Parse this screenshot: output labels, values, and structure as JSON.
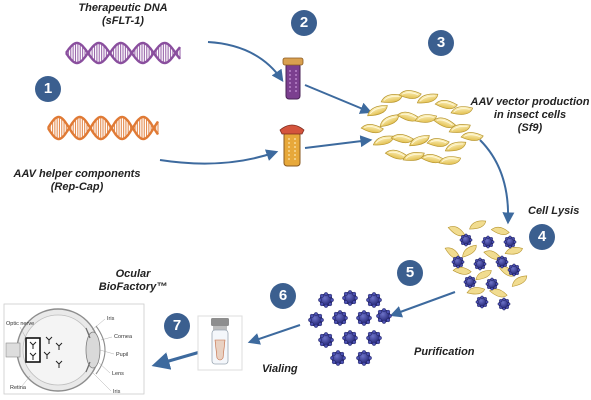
{
  "labels": {
    "therapeutic_dna_title": "Therapeutic DNA",
    "therapeutic_dna_sub": "(sFLT-1)",
    "helper_title": "AAV helper components",
    "helper_sub": "(Rep-Cap)",
    "production_line1": "AAV vector production",
    "production_line2": "in insect cells",
    "production_line3": "(Sf9)",
    "cell_lysis": "Cell Lysis",
    "purification": "Purification",
    "vialing": "Vialing",
    "ocular_line1": "Ocular",
    "ocular_line2": "BioFactory™"
  },
  "steps": [
    "1",
    "2",
    "3",
    "4",
    "5",
    "6",
    "7"
  ],
  "eye_labels": {
    "optic_nerve": "Optic nerve",
    "iris": "Iris",
    "cornea": "Cornea",
    "pupil": "Pupil",
    "lens": "Lens",
    "iris_bottom": "Iris",
    "retina": "Retina"
  },
  "colors": {
    "step_circle": "#3b5f8f",
    "arrow": "#3d6a9e",
    "dna_therapeutic": "#8a4f9e",
    "dna_helper": "#e07a35",
    "cells": "#f2d873",
    "virus": "#2e2f8a"
  }
}
